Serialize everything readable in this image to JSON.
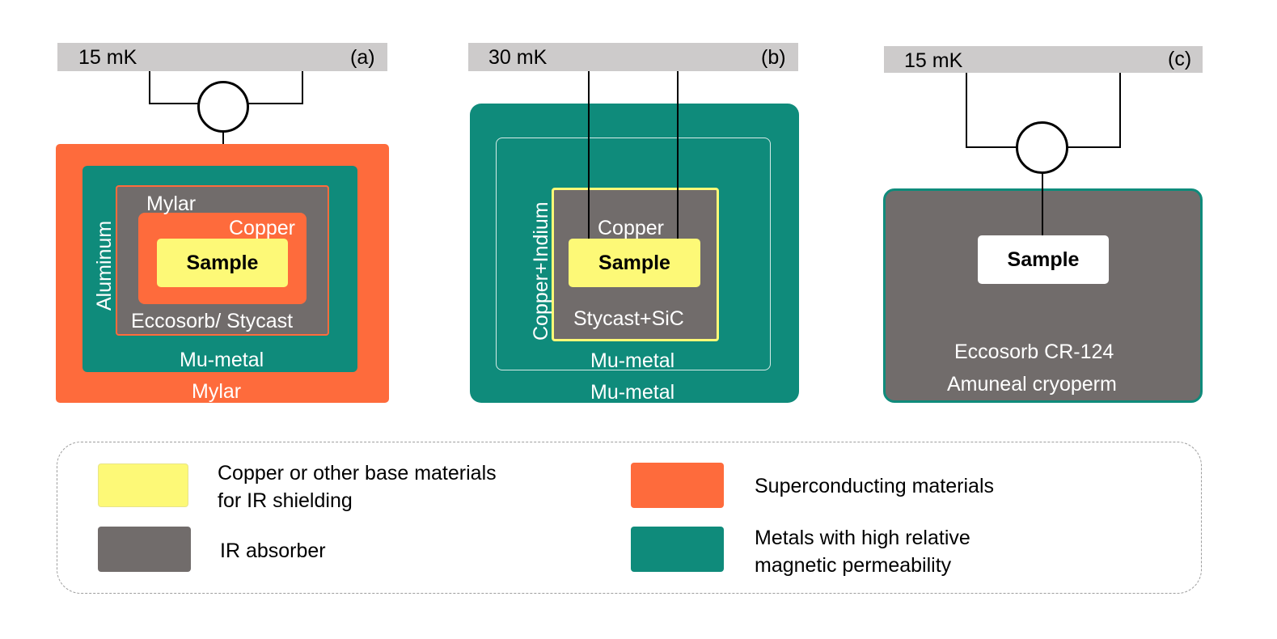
{
  "colors": {
    "plate": "#cdcbcb",
    "superconducting": "#fe6b3c",
    "high_permeability": "#0f8b7b",
    "ir_absorber": "#716c6b",
    "ir_shielding": "#fdf977"
  },
  "panel_a": {
    "temp": "15 mK",
    "tag": "(a)",
    "outer_label": "Mylar",
    "mu_metal_label": "Mu-metal",
    "aluminum_label": "Aluminum",
    "inner_mylar_label": "Mylar",
    "copper_label": "Copper",
    "sample_label": "Sample",
    "absorber_label": "Eccosorb/ Stycast"
  },
  "panel_b": {
    "temp": "30 mK",
    "tag": "(b)",
    "outer_label": "Mu-metal",
    "inner_mu_label": "Mu-metal",
    "copper_indium_label": "Copper+Indium",
    "copper_label": "Copper",
    "sample_label": "Sample",
    "absorber_label": "Stycast+SiC"
  },
  "panel_c": {
    "temp": "15 mK",
    "tag": "(c)",
    "sample_label": "Sample",
    "absorber_label": "Eccosorb CR-124",
    "shield_label": "Amuneal cryoperm"
  },
  "legend": {
    "items": [
      {
        "key": "ir_shielding",
        "lines": [
          "Copper or other base materials",
          "for IR shielding"
        ]
      },
      {
        "key": "superconducting",
        "lines": [
          "Superconducting materials"
        ]
      },
      {
        "key": "ir_absorber",
        "lines": [
          "IR absorber"
        ]
      },
      {
        "key": "high_permeability",
        "lines": [
          "Metals with high relative",
          "magnetic permeability"
        ]
      }
    ]
  }
}
